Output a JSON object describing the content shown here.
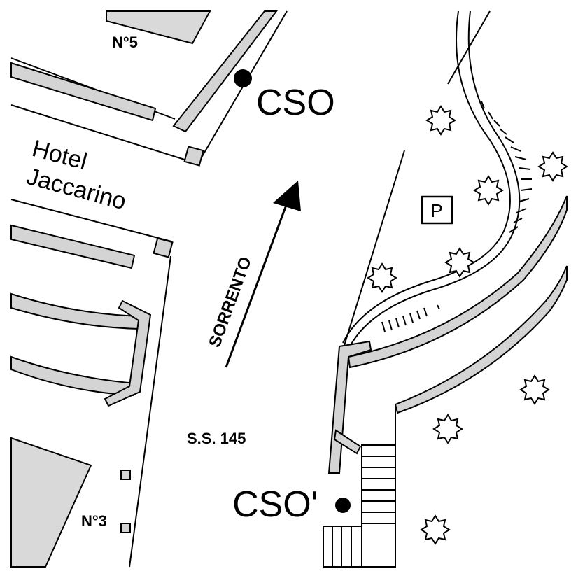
{
  "labels": {
    "building_no5": "N°5",
    "cso_top": "CSO",
    "hotel_line1": "Hotel",
    "hotel_line2": "Jaccarino",
    "direction": "SORRENTO",
    "parking": "P",
    "road": "S.S. 145",
    "cso_bottom": "CSO'",
    "building_no3": "N°3"
  },
  "colors": {
    "background": "#ffffff",
    "building_fill": "#d9d9d9",
    "wall_fill": "#d4d4d4",
    "line": "#000000"
  }
}
